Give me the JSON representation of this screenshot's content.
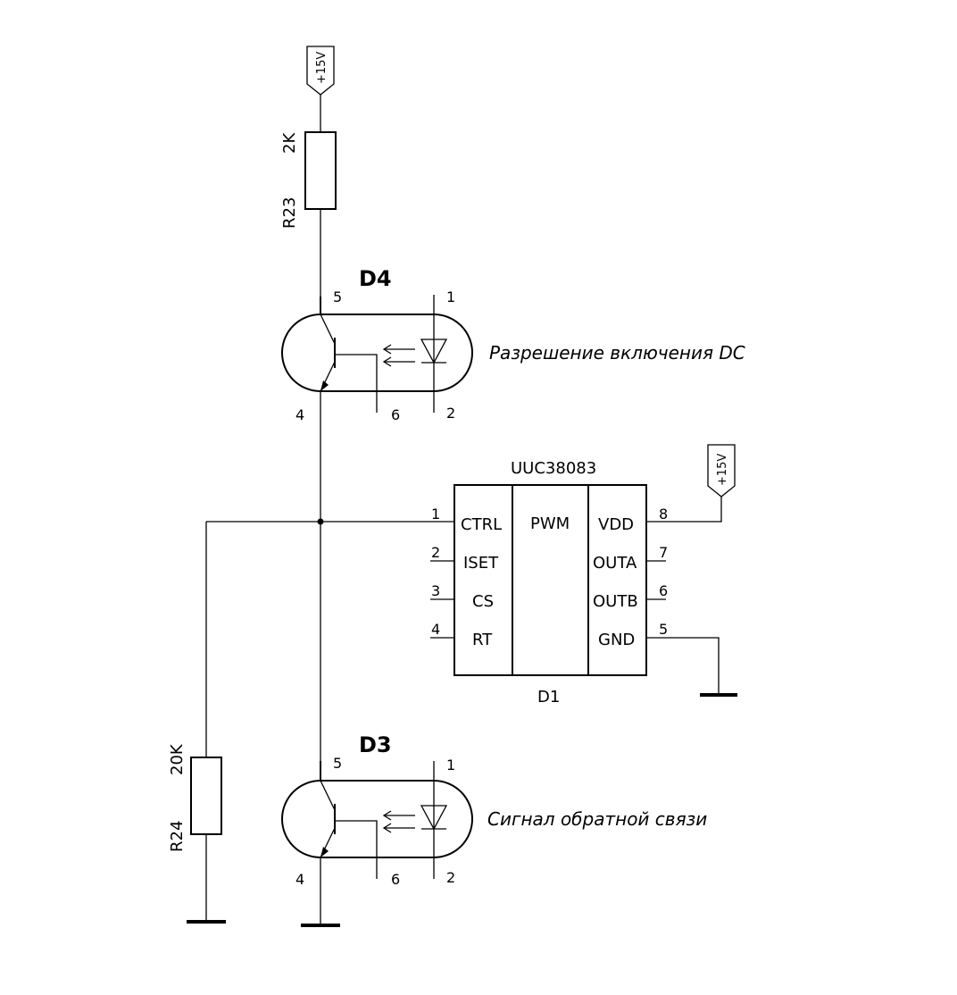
{
  "power_label": "+15V",
  "r23": {
    "ref": "R23",
    "value": "2K"
  },
  "r24": {
    "ref": "R24",
    "value": "20K"
  },
  "d4": {
    "ref": "D4",
    "pins": {
      "p1": "1",
      "p2": "2",
      "p4": "4",
      "p5": "5",
      "p6": "6"
    },
    "note": "Разрешение включения DC"
  },
  "d3": {
    "ref": "D3",
    "pins": {
      "p1": "1",
      "p2": "2",
      "p4": "4",
      "p5": "5",
      "p6": "6"
    },
    "note": "Сигнал обратной связи"
  },
  "d1": {
    "ref": "D1",
    "part": "UUC38083",
    "center_label": "PWM",
    "left_pins": [
      {
        "num": "1",
        "name": "CTRL"
      },
      {
        "num": "2",
        "name": "ISET"
      },
      {
        "num": "3",
        "name": "CS"
      },
      {
        "num": "4",
        "name": "RT"
      }
    ],
    "right_pins": [
      {
        "num": "8",
        "name": "VDD"
      },
      {
        "num": "7",
        "name": "OUTA"
      },
      {
        "num": "6",
        "name": "OUTB"
      },
      {
        "num": "5",
        "name": "GND"
      }
    ]
  }
}
